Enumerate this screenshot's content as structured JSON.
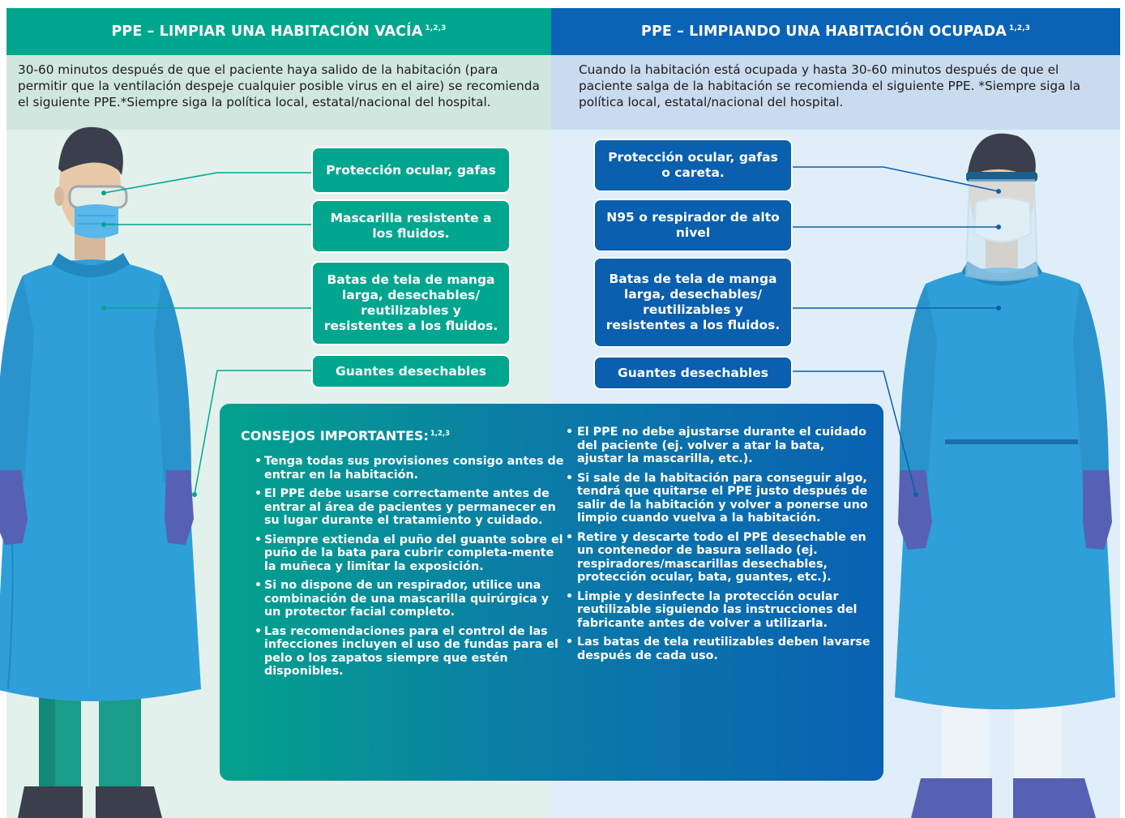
{
  "left": {
    "title": "PPE – LIMPIAR UNA HABITACIÓN VACÍA",
    "title_refs": "1,2,3",
    "intro": "30-60 minutos después de que el paciente haya salido de la habitación (para permitir que la ventilación despeje cualquier posible virus en el aire) se recomienda el siguiente PPE.*Siempre siga la política local, estatal/nacional del hospital.",
    "labels": {
      "eye": "Protección ocular, gafas",
      "mask": "Mascarilla resistente a los fluidos.",
      "gown": "Batas de tela de manga larga, desechables/ reutilizables y resistentes a los fluidos.",
      "gloves": "Guantes desechables"
    }
  },
  "right": {
    "title": "PPE – LIMPIANDO UNA HABITACIÓN OCUPADA",
    "title_refs": "1,2,3",
    "intro": "Cuando la habitación está ocupada y hasta 30-60 minutos después de que el paciente salga de la habitación se recomienda el siguiente PPE. *Siempre siga la política local, estatal/nacional del hospital.",
    "labels": {
      "eye": "Protección ocular, gafas o careta.",
      "respirator": "N95 o respirador de alto nivel",
      "gown": "Batas de tela de manga larga, desechables/ reutilizables y resistentes a los fluidos.",
      "gloves": "Guantes desechables"
    }
  },
  "tips": {
    "title": "CONSEJOS IMPORTANTES:",
    "title_refs": "1,2,3",
    "left_items": [
      "Tenga todas sus provisiones consigo antes de entrar en la habitación.",
      "El PPE debe usarse correctamente antes de entrar al área de pacientes y permanecer en su lugar durante el tratamiento y cuidado.",
      "Siempre extienda el puño del guante sobre el puño de la bata para cubrir completa-mente la muñeca y limitar la exposición.",
      "Si no dispone de un respirador, utilice una combinación de una mascarilla quirúrgica y un protector facial completo.",
      "Las recomendaciones para el control de las infecciones incluyen el uso de fundas para el pelo o los zapatos siempre que estén disponibles."
    ],
    "right_items": [
      "El PPE no debe ajustarse durante el cuidado del paciente (ej. volver a atar la bata, ajustar la mascarilla, etc.).",
      "Si sale de la habitación para conseguir algo, tendrá que quitarse el PPE justo después de salir de la habitación y volver a ponerse uno limpio cuando vuelva a la habitación.",
      "Retire y descarte todo el PPE desechable en un contenedor de basura sellado (ej. respiradores/mascarillas desechables, protección ocular, bata, guantes, etc.).",
      "Limpie y desinfecte la protección ocular reutilizable siguiendo las instrucciones del fabricante antes de volver a utilizarla.",
      "Las batas de tela reutilizables deben lavarse después de cada uso."
    ]
  },
  "colors": {
    "teal": "#00a78e",
    "blue": "#0a63b4",
    "gown": "#2e9fd8",
    "glove": "#5661b3"
  }
}
